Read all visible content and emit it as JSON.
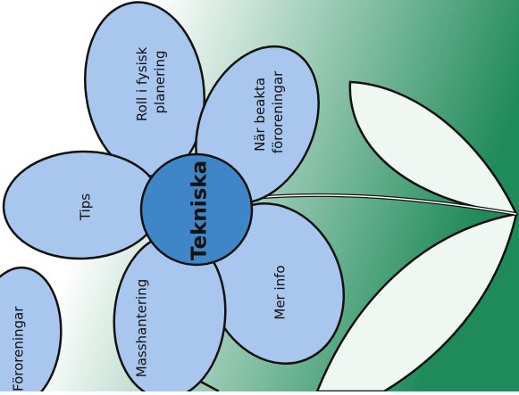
{
  "colors": {
    "background_start": "#ffffff",
    "background_end": "#1f8a5a",
    "petal_fill": "#a8c6ee",
    "center_fill": "#3f86c8",
    "outline": "#111111",
    "leaf_fill": "#eef7f1"
  },
  "flower": {
    "center": {
      "label": "Tekniska"
    },
    "petals": [
      {
        "label": "Roll i fysisk\nplanering"
      },
      {
        "label": "När beakta\nföroreningar"
      },
      {
        "label": "Tips"
      },
      {
        "label": "Mer info"
      },
      {
        "label": "Masshantering"
      }
    ],
    "neighbor_petal": {
      "label": "Föroreningar"
    }
  }
}
